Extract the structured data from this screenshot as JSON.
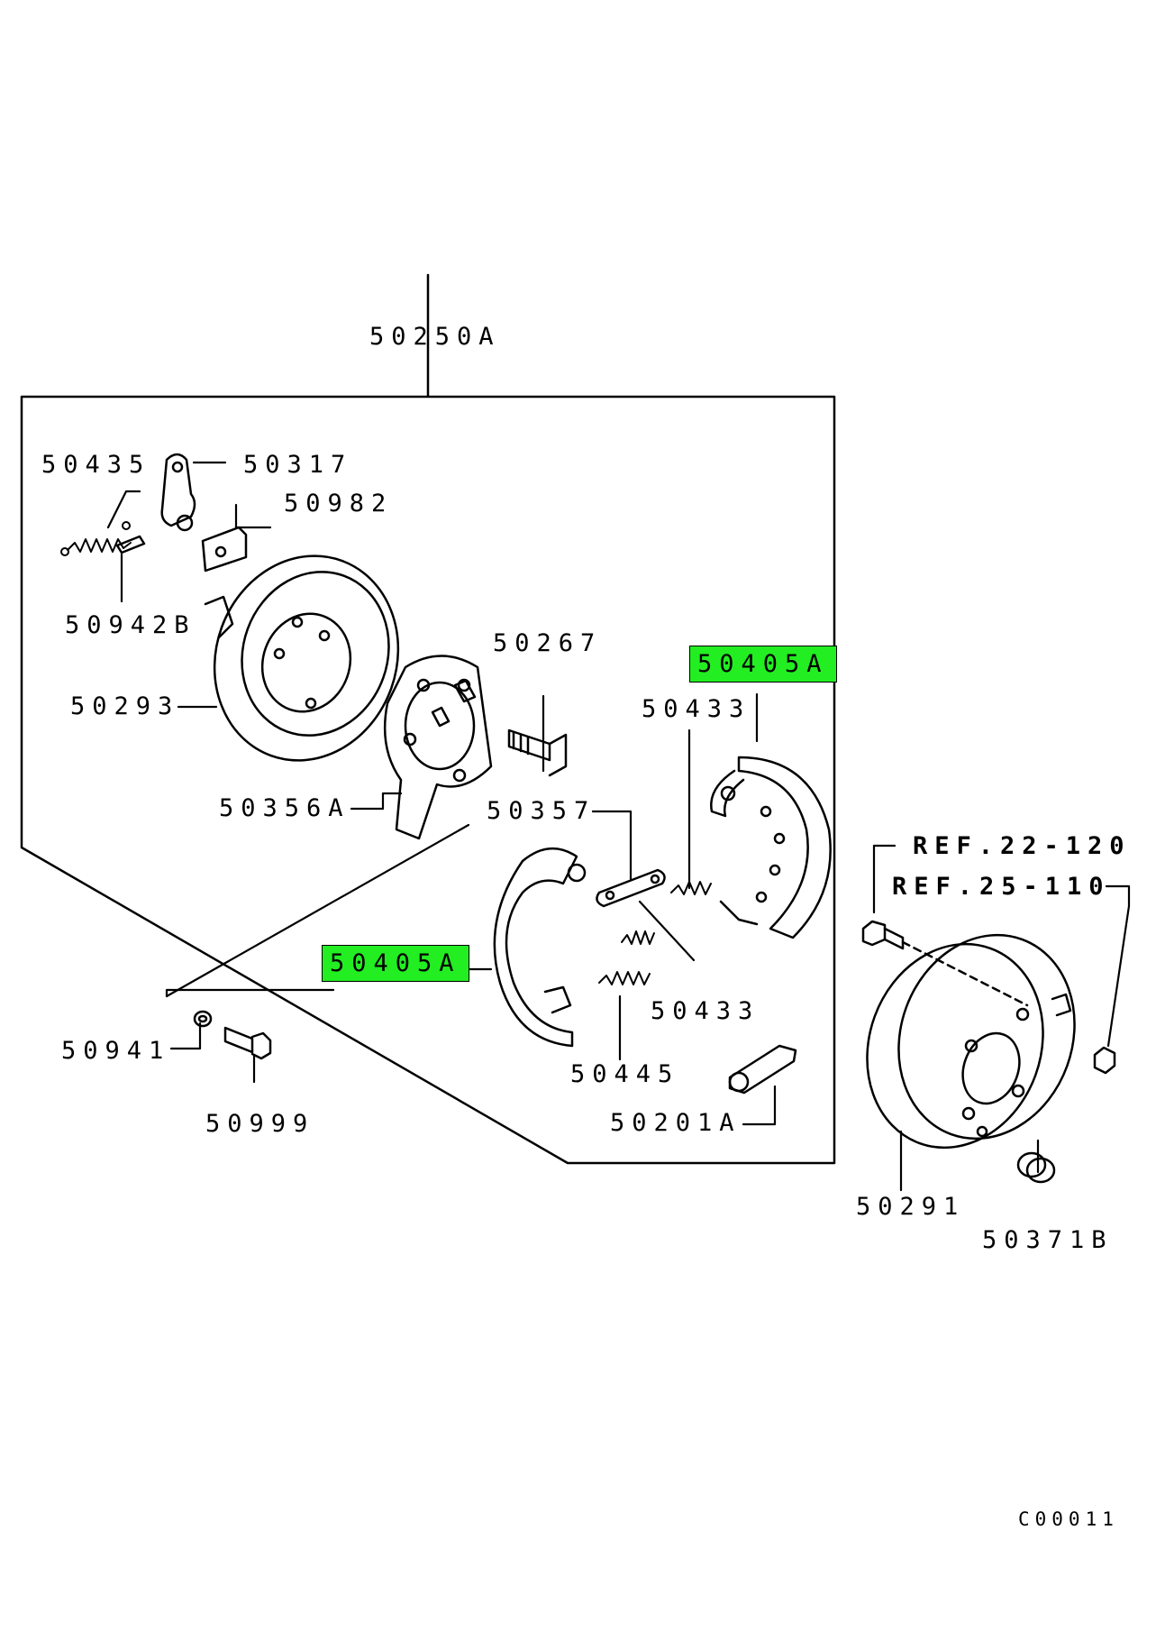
{
  "diagram": {
    "assembly_label": "50250A",
    "figure_code": "C00011",
    "highlight_color": "#22ee22",
    "parts": [
      {
        "id": "p50435",
        "label": "50435",
        "icon": "spring-icon"
      },
      {
        "id": "p50317",
        "label": "50317",
        "icon": "lever-icon"
      },
      {
        "id": "p50982",
        "label": "50982",
        "icon": "clip-icon"
      },
      {
        "id": "p50942b",
        "label": "50942B",
        "icon": "pin-icon"
      },
      {
        "id": "p50293",
        "label": "50293",
        "icon": "backing-plate-icon"
      },
      {
        "id": "p50267",
        "label": "50267",
        "icon": "anchor-pin-icon"
      },
      {
        "id": "p50405a_top",
        "label": "50405A",
        "icon": "brake-shoe-icon",
        "highlighted": true
      },
      {
        "id": "p50433_top",
        "label": "50433",
        "icon": "spring-icon"
      },
      {
        "id": "p50356a",
        "label": "50356A",
        "icon": "plate-icon"
      },
      {
        "id": "p50357",
        "label": "50357",
        "icon": "strut-icon"
      },
      {
        "id": "p50405a_bottom",
        "label": "50405A",
        "icon": "brake-shoe-icon",
        "highlighted": true
      },
      {
        "id": "p50433_bottom",
        "label": "50433",
        "icon": "spring-icon"
      },
      {
        "id": "p50445",
        "label": "50445",
        "icon": "spring-icon"
      },
      {
        "id": "p50941",
        "label": "50941",
        "icon": "washer-icon"
      },
      {
        "id": "p50999",
        "label": "50999",
        "icon": "bolt-icon"
      },
      {
        "id": "p50201a",
        "label": "50201A",
        "icon": "adjuster-icon"
      },
      {
        "id": "p50291",
        "label": "50291",
        "icon": "brake-drum-icon"
      },
      {
        "id": "p50371b",
        "label": "50371B",
        "icon": "plug-icon"
      }
    ],
    "references": [
      {
        "id": "ref1",
        "label": "REF.22-120"
      },
      {
        "id": "ref2",
        "label": "REF.25-110"
      }
    ]
  }
}
